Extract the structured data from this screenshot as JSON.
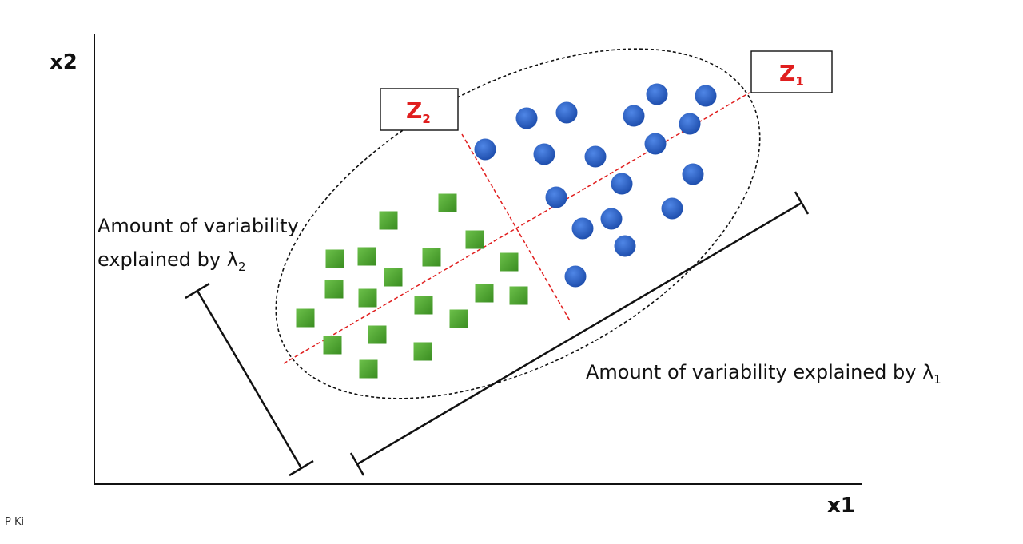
{
  "axes": {
    "x_label": "x1",
    "y_label": "x2"
  },
  "components": [
    {
      "id": "z1",
      "letter": "Z",
      "subscript": "1",
      "color": "#e01e1e"
    },
    {
      "id": "z2",
      "letter": "Z",
      "subscript": "2",
      "color": "#e01e1e"
    }
  ],
  "captions": {
    "lambda2_line1": "Amount of variability",
    "lambda2_line2": "explained by λ",
    "lambda2_sub": "2",
    "lambda1_text": "Amount of variability explained by λ",
    "lambda1_sub": "1"
  },
  "footer": {
    "left": "P     Ki"
  },
  "colors": {
    "class_blue": "#2e62c4",
    "class_green": "#4aa52a",
    "component_line": "#e01e1e",
    "ellipse": "#111111"
  },
  "marker_names": {
    "blue": "blue-circle-marker",
    "green": "green-square-marker"
  }
}
